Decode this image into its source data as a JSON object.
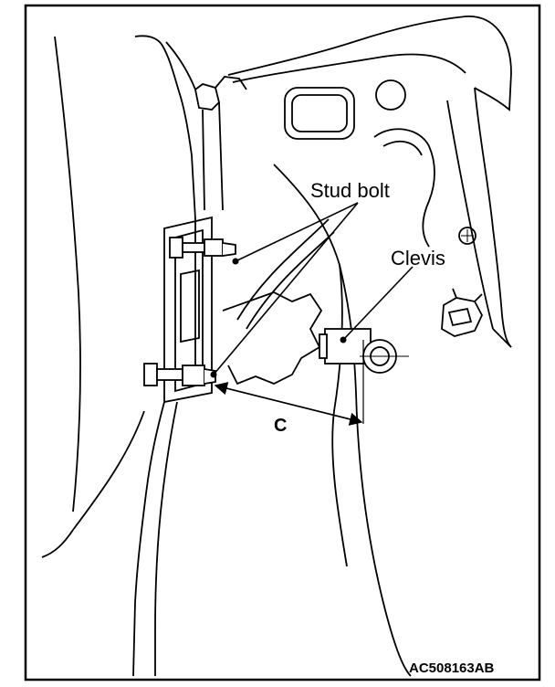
{
  "diagram": {
    "labels": {
      "stud_bolt": "Stud bolt",
      "clevis": "Clevis",
      "dimension": "C",
      "figure_code": "AC508163AB"
    },
    "colors": {
      "ink": "#000000",
      "paper": "#ffffff"
    }
  }
}
